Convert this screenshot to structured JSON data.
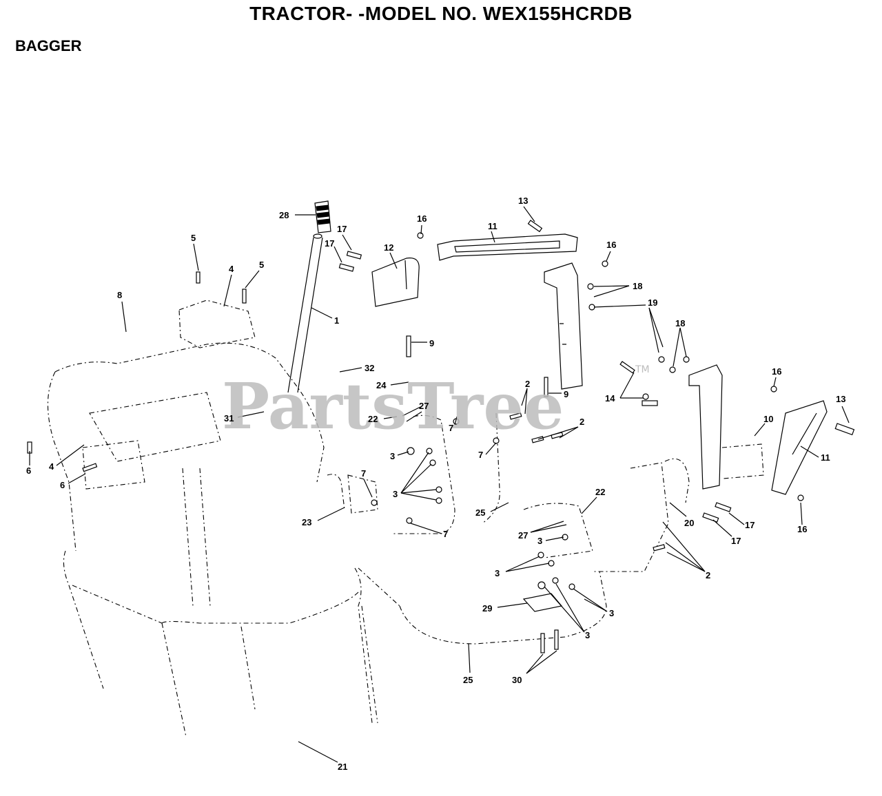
{
  "header": {
    "title": "TRACTOR- -MODEL NO. WEX155HCRDB",
    "section": "BAGGER"
  },
  "watermark": {
    "text": "PartsTree",
    "tm": "TM"
  },
  "callouts": [
    {
      "id": "c28",
      "label": "28"
    },
    {
      "id": "c13a",
      "label": "13"
    },
    {
      "id": "c16a",
      "label": "16"
    },
    {
      "id": "c11a",
      "label": "11"
    },
    {
      "id": "c17a",
      "label": "17"
    },
    {
      "id": "c17b",
      "label": "17"
    },
    {
      "id": "c12",
      "label": "12"
    },
    {
      "id": "c5a",
      "label": "5"
    },
    {
      "id": "c4a",
      "label": "4"
    },
    {
      "id": "c5b",
      "label": "5"
    },
    {
      "id": "c16b",
      "label": "16"
    },
    {
      "id": "c18a",
      "label": "18"
    },
    {
      "id": "c19",
      "label": "19"
    },
    {
      "id": "c8",
      "label": "8"
    },
    {
      "id": "c1",
      "label": "1"
    },
    {
      "id": "c9a",
      "label": "9"
    },
    {
      "id": "c18b",
      "label": "18"
    },
    {
      "id": "c32",
      "label": "32"
    },
    {
      "id": "c24",
      "label": "24"
    },
    {
      "id": "c2a",
      "label": "2"
    },
    {
      "id": "c9b",
      "label": "9"
    },
    {
      "id": "c16c",
      "label": "16"
    },
    {
      "id": "c14",
      "label": "14"
    },
    {
      "id": "c13b",
      "label": "13"
    },
    {
      "id": "c27a",
      "label": "27"
    },
    {
      "id": "c31",
      "label": "31"
    },
    {
      "id": "c22a",
      "label": "22"
    },
    {
      "id": "c7a",
      "label": "7"
    },
    {
      "id": "c2b",
      "label": "2"
    },
    {
      "id": "c10",
      "label": "10"
    },
    {
      "id": "c3a",
      "label": "3"
    },
    {
      "id": "c7b",
      "label": "7"
    },
    {
      "id": "c11b",
      "label": "11"
    },
    {
      "id": "c4b",
      "label": "4"
    },
    {
      "id": "c6a",
      "label": "6"
    },
    {
      "id": "c6b",
      "label": "6"
    },
    {
      "id": "c7c",
      "label": "7"
    },
    {
      "id": "c3b",
      "label": "3"
    },
    {
      "id": "c22b",
      "label": "22"
    },
    {
      "id": "c25a",
      "label": "25"
    },
    {
      "id": "c23",
      "label": "23"
    },
    {
      "id": "c20",
      "label": "20"
    },
    {
      "id": "c17c",
      "label": "17"
    },
    {
      "id": "c16d",
      "label": "16"
    },
    {
      "id": "c7d",
      "label": "7"
    },
    {
      "id": "c27b",
      "label": "27"
    },
    {
      "id": "c3c",
      "label": "3"
    },
    {
      "id": "c17d",
      "label": "17"
    },
    {
      "id": "c3d",
      "label": "3"
    },
    {
      "id": "c2c",
      "label": "2"
    },
    {
      "id": "c29",
      "label": "29"
    },
    {
      "id": "c3e",
      "label": "3"
    },
    {
      "id": "c3f",
      "label": "3"
    },
    {
      "id": "c25b",
      "label": "25"
    },
    {
      "id": "c30",
      "label": "30"
    },
    {
      "id": "c21",
      "label": "21"
    }
  ]
}
